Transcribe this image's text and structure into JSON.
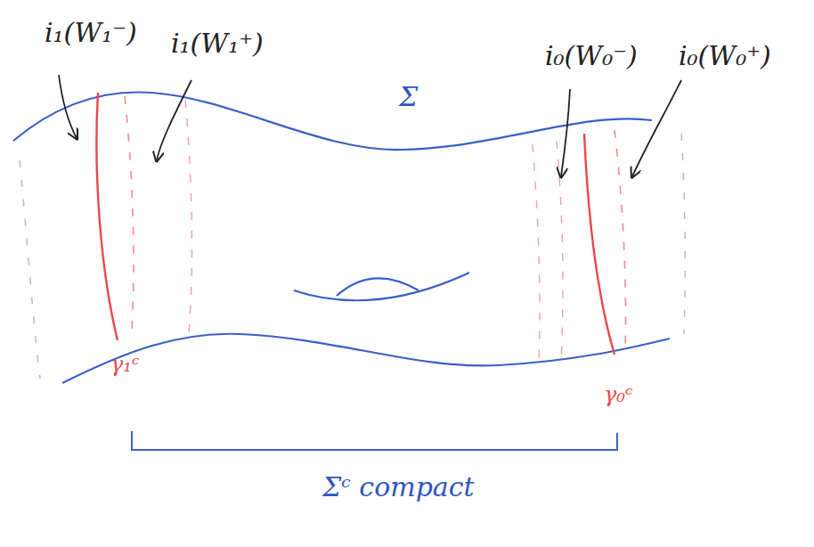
{
  "diagram": {
    "labels": [
      "i₁(W₁⁻)",
      "i₁(W₁⁺)",
      "i₀(W₀⁻)",
      "i₀(W₀⁺)",
      "Σ",
      "γ₁ᶜ",
      "γ₀ᶜ",
      "Σᶜ compact"
    ]
  }
}
